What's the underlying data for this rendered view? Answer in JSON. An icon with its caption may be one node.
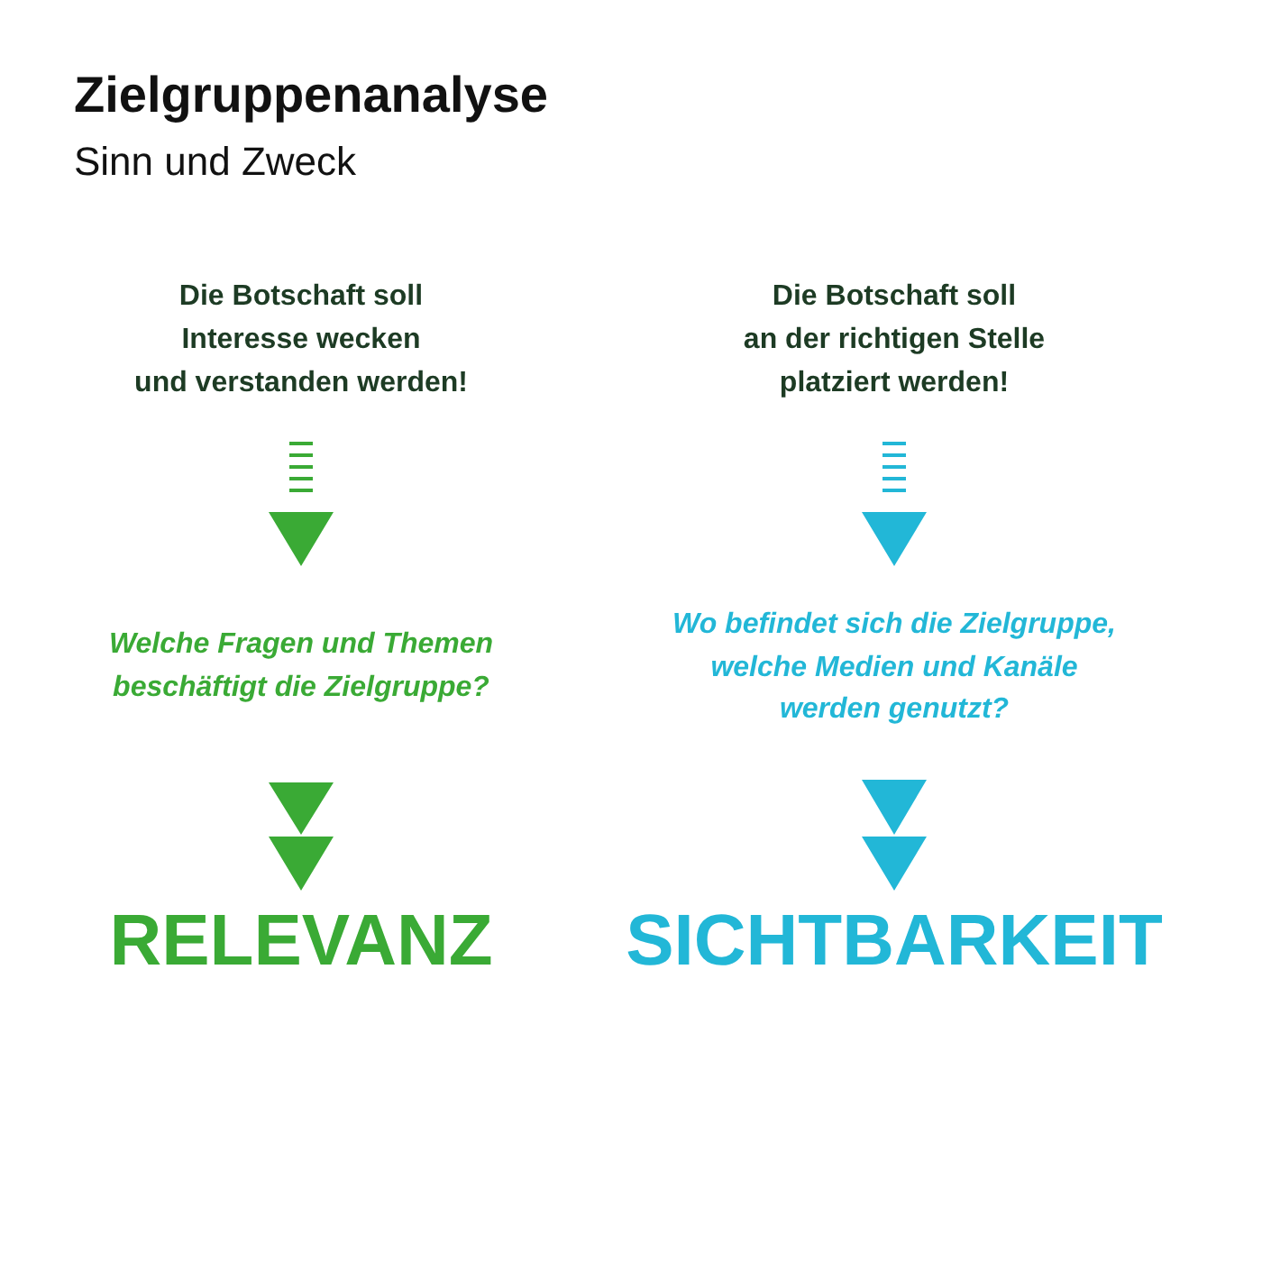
{
  "diagram": {
    "title": "Zielgruppenanalyse",
    "nodes": [
      {
        "text": [
          "Die Botschaft soll Interesse wecken und verstanden werden!"
        ]
      },
      {
        "text": [
          "Die Botschaft soll an der richtigen Stelle platziert werden!"
        ]
      },
      {
        "text": [
          "Welche Fragen und Themen beschäftigt die Zielgruppe?"
        ]
      },
      {
        "text": [
          "Wo befindet sich die Zielgruppe, welche Medien und Kanäle werden genutzt?"
        ]
      },
      {
        "text": [
          "RELEVANZ"
        ]
      },
      {
        "text": [
          "SICHTBARKEIT"
        ]
      }
    ],
    "edges": [
      {
        "from": 0,
        "to": 2,
        "arrow": "to",
        "style": "dashed",
        "color": "#3aaa35"
      },
      {
        "from": 1,
        "to": 3,
        "arrow": "to",
        "style": "dashed",
        "color": "#22b7d7"
      },
      {
        "from": 2,
        "to": 4,
        "arrow": "to",
        "color": "#3aaa35"
      },
      {
        "from": 3,
        "to": 5,
        "arrow": "to",
        "color": "#22b7d7"
      }
    ],
    "labels": [
      "Sinn und Zweck"
    ]
  }
}
